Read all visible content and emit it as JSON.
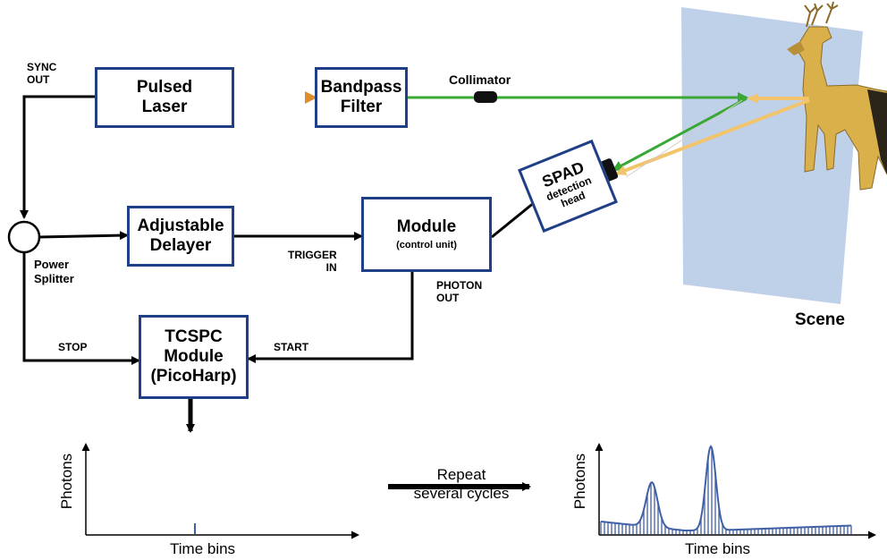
{
  "blocks": {
    "pulsed_laser": "Pulsed\nLaser",
    "bandpass_filter": "Bandpass\nFilter",
    "adjustable_delayer": "Adjustable\nDelayer",
    "module_title": "Module",
    "module_sub": "(control unit)",
    "tcspc": "TCSPC\nModule\n(PicoHarp)",
    "spad_title": "SPAD",
    "spad_sub": "detection\nhead"
  },
  "labels": {
    "sync_out": "SYNC\nOUT",
    "collimator": "Collimator",
    "power_splitter": "Power\nSplitter",
    "trigger_in": "TRIGGER\nIN",
    "photon_out": "PHOTON\nOUT",
    "stop": "STOP",
    "start": "START",
    "scene": "Scene",
    "repeat": "Repeat\nseveral cycles"
  },
  "plots": {
    "left": {
      "ylabel": "Photons",
      "xlabel": "Time bins"
    },
    "right": {
      "ylabel": "Photons",
      "xlabel": "Time bins"
    }
  },
  "colors": {
    "box_border": "#1f3f86",
    "beam_out": "#3aa835",
    "beam_return": "#f2c46b",
    "histogram": "#3f5fa6",
    "wall": "#a9c0e2"
  },
  "icons": {
    "deer": "deer-figure",
    "collimator": "collimator-lens",
    "splitter": "splitter-circle"
  }
}
